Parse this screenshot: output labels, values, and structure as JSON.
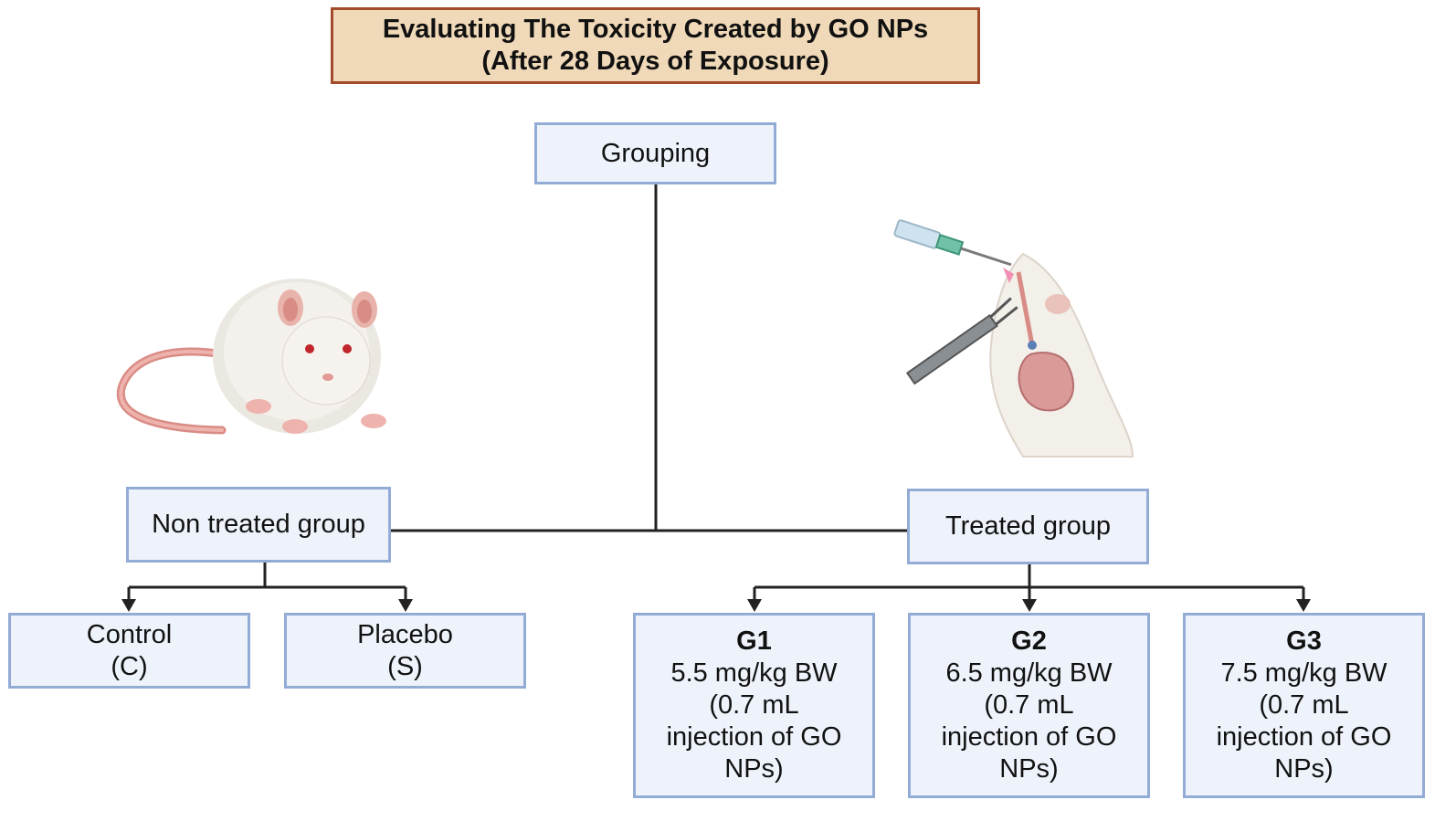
{
  "title": {
    "line1": "Evaluating The Toxicity Created by GO NPs",
    "line2": "(After 28 Days of Exposure)"
  },
  "root": {
    "label": "Grouping"
  },
  "non_treated": {
    "label": "Non treated group",
    "children": [
      {
        "line1": "Control",
        "line2": "(C)"
      },
      {
        "line1": "Placebo",
        "line2": "(S)"
      }
    ]
  },
  "treated": {
    "label": "Treated group",
    "children": [
      {
        "name": "G1",
        "dose": "5.5 mg/kg BW",
        "l3": "(0.7 mL",
        "l4": "injection of GO",
        "l5": "NPs)"
      },
      {
        "name": "G2",
        "dose": "6.5 mg/kg BW",
        "l3": "(0.7 mL",
        "l4": "injection of GO",
        "l5": "NPs)"
      },
      {
        "name": "G3",
        "dose": "7.5 mg/kg BW",
        "l3": "(0.7 mL",
        "l4": "injection of GO",
        "l5": "NPs)"
      }
    ]
  },
  "illustrations": {
    "left": "white-rat-icon",
    "right": "rat-injection-icon"
  },
  "colors": {
    "title_fill": "#f0d9b8",
    "title_border": "#a24a2a",
    "box_fill": "#eef3fb",
    "box_border": "#93acd6",
    "connector": "#222222"
  }
}
